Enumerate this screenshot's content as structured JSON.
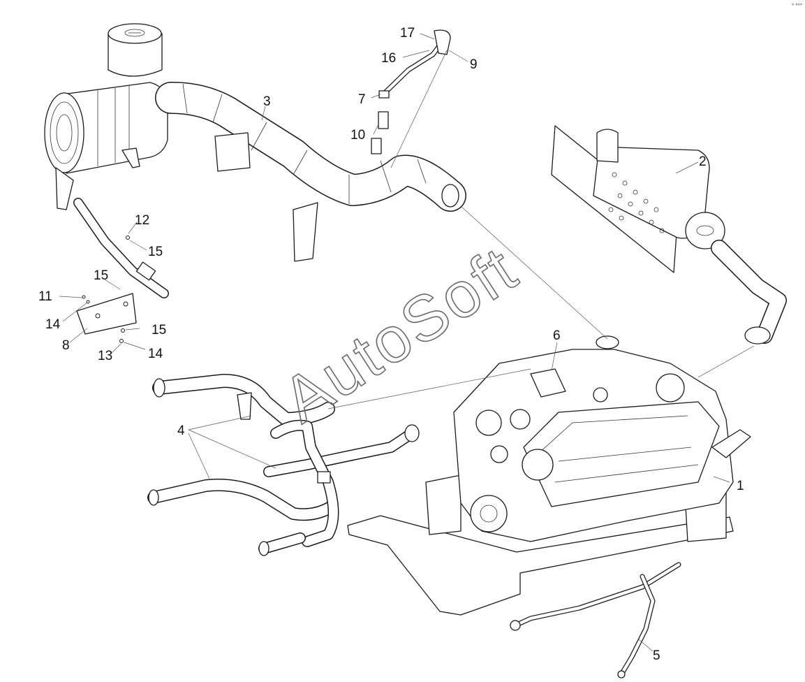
{
  "watermark": "AutoSoft",
  "corner_mark": "° °°°",
  "callouts": {
    "c1": "1",
    "c2": "2",
    "c3": "3",
    "c4": "4",
    "c5": "5",
    "c6": "6",
    "c7": "7",
    "c8": "8",
    "c9": "9",
    "c10": "10",
    "c11": "11",
    "c12": "12",
    "c13": "13",
    "c14a": "14",
    "c14b": "14",
    "c15a": "15",
    "c15b": "15",
    "c15c": "15",
    "c16": "16",
    "c17": "17"
  },
  "colors": {
    "line": "#1a1a1a",
    "leader": "#555555",
    "watermark": "#6a6a6a",
    "background": "#ffffff"
  }
}
